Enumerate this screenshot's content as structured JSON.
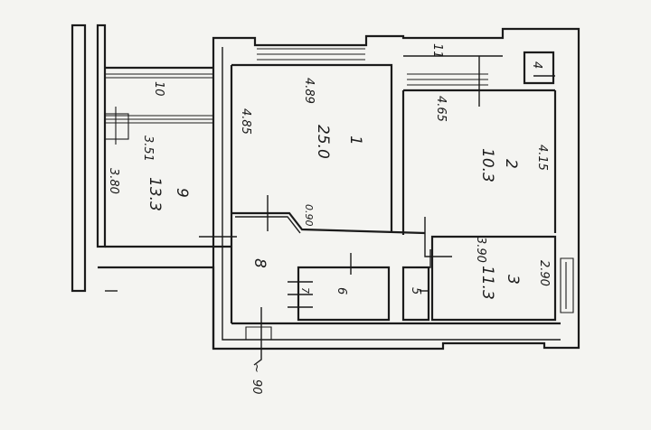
{
  "plan": {
    "rooms": [
      {
        "id": "1",
        "number": "1",
        "area": "25.0",
        "width": "4.89",
        "depth": "4.85"
      },
      {
        "id": "2",
        "number": "2",
        "area": "10.3",
        "width": "4.65",
        "depth": "4.15"
      },
      {
        "id": "3",
        "number": "3",
        "area": "11.3",
        "width": "3.90",
        "depth": "2.90"
      },
      {
        "id": "4",
        "number": "4"
      },
      {
        "id": "5",
        "number": "5"
      },
      {
        "id": "6",
        "number": "6"
      },
      {
        "id": "7",
        "number": "7"
      },
      {
        "id": "8",
        "number": "8"
      },
      {
        "id": "9",
        "number": "9",
        "area": "13.3",
        "width": "3.51",
        "depth": "3.80"
      },
      {
        "id": "10",
        "number": "10"
      },
      {
        "id": "11",
        "number": "11"
      }
    ],
    "misc": {
      "door_gap": "0.90",
      "entrance": "90"
    },
    "entrance_prefix": "~"
  }
}
